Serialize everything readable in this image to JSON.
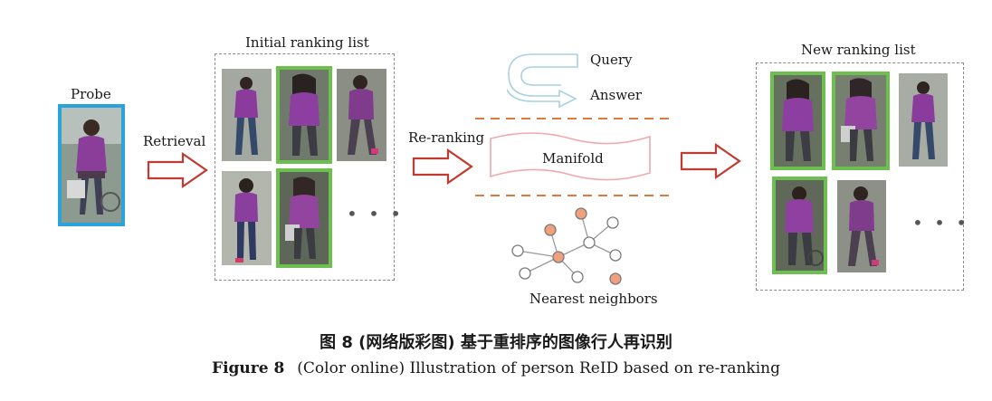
{
  "probe": {
    "label": "Probe"
  },
  "retrieval": {
    "label": "Retrieval"
  },
  "initial_list": {
    "title": "Initial ranking list",
    "ellipsis": "• • •"
  },
  "reranking": {
    "label": "Re-ranking",
    "query": "Query",
    "answer": "Answer",
    "manifold": "Manifold",
    "neighbors": "Nearest neighbors"
  },
  "new_list": {
    "title": "New ranking list",
    "ellipsis": "• • •"
  },
  "caption": {
    "cn": "图 8   (网络版彩图) 基于重排序的图像行人再识别",
    "en_label": "Figure 8",
    "en_text": "(Color online) Illustration of person ReID based on re-ranking"
  },
  "colors": {
    "correct_match": "#6dc04f",
    "probe_border": "#2aa3dd",
    "arrow": "#c23b32",
    "dash_line": "#e07a3c",
    "node_fill": "#f0a07a",
    "query_arrow": "#a9cfe6",
    "manifold": "#f0a9ad"
  }
}
